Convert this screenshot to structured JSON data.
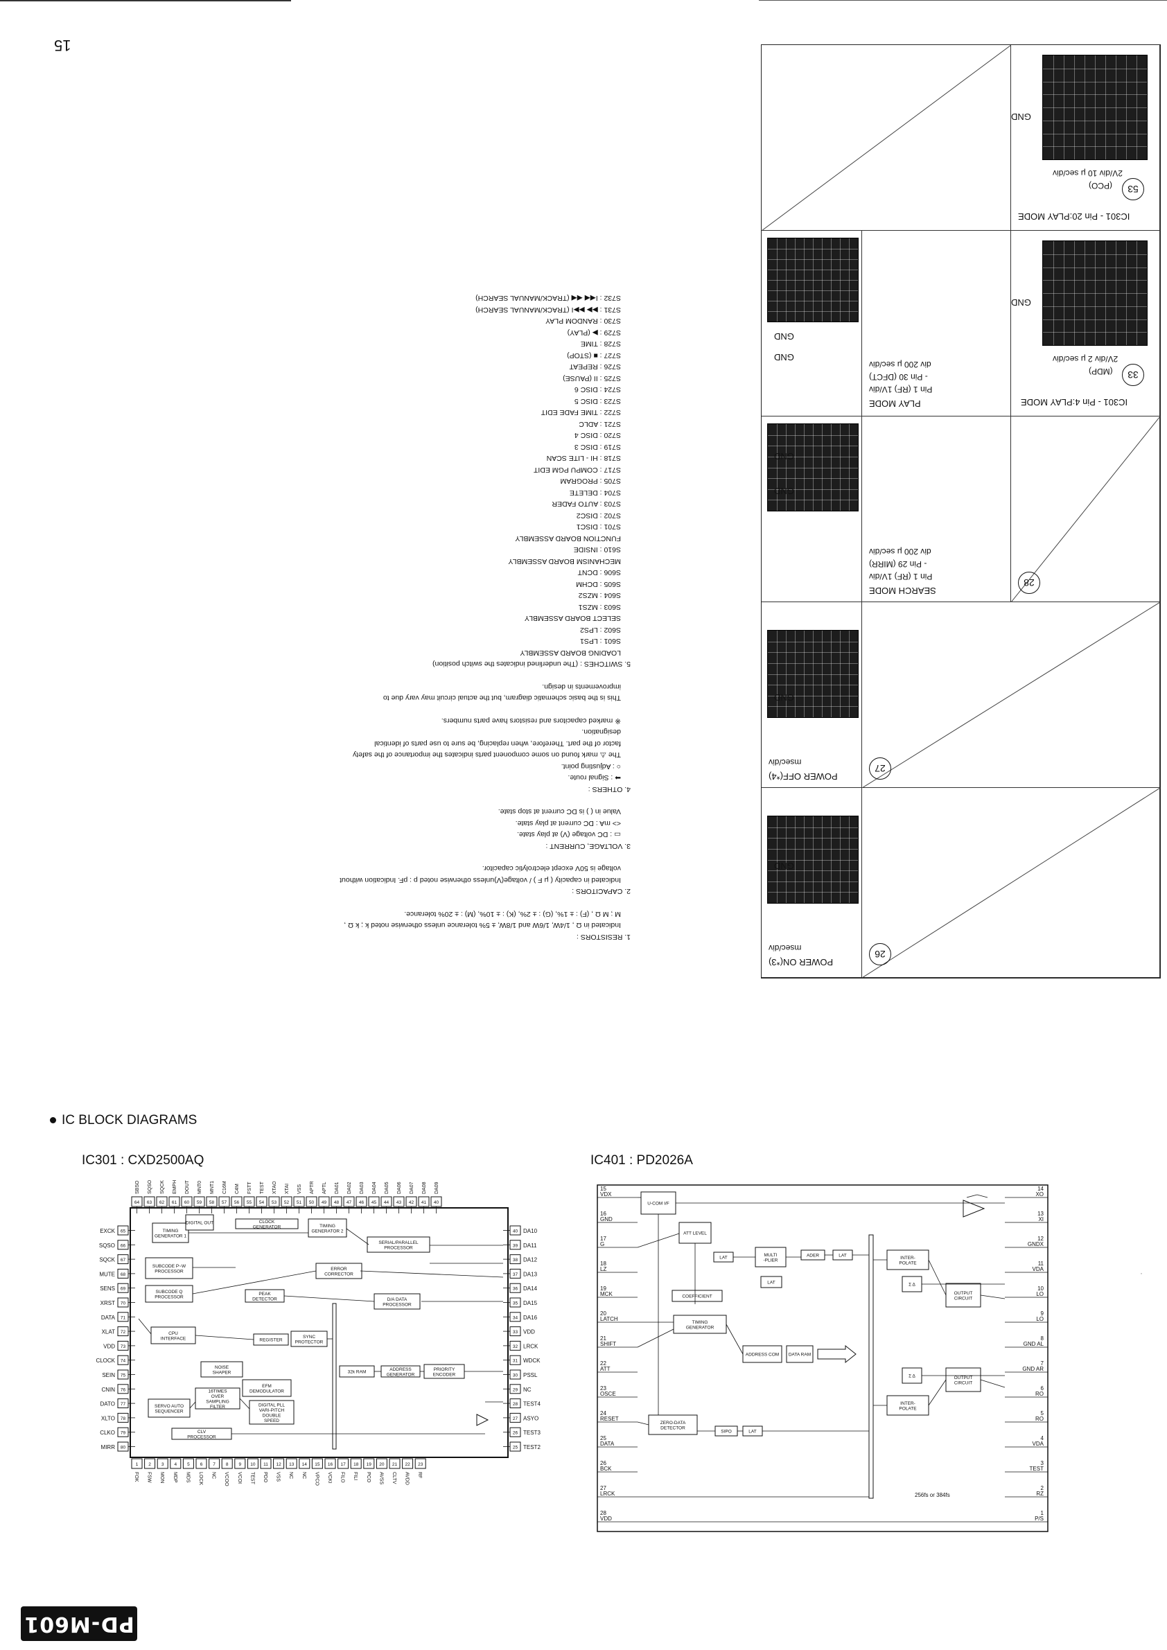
{
  "page_number": "15",
  "notes": {
    "lines": [
      {
        "t": "1. RESISTORS :",
        "i": 0
      },
      {
        "t": "Indicated in Ω , 1/4W, 1/6W and 1/8W, ± 5% tolerance unless otherwise noted k ; k Ω ,",
        "i": 1
      },
      {
        "t": "M ; M Ω , (F) : ± 1%, (G) : ± 2%, (K) : ± 10%, (M) : ± 20% tolerance.",
        "i": 1
      },
      {
        "t": "",
        "i": 0
      },
      {
        "t": "2. CAPACITORS :",
        "i": 0
      },
      {
        "t": "Indicated in capacity ( μ F ) / voltage(V)unless otherwise noted p : pF. Indication without",
        "i": 1
      },
      {
        "t": "voltage is 50V except electrolytic capacitor.",
        "i": 1
      },
      {
        "t": "",
        "i": 0
      },
      {
        "t": "3. VOLTAGE, CURRENT :",
        "i": 0
      },
      {
        "t": "▭ : DC voltage (V) at play state.",
        "i": 1
      },
      {
        "t": "<> mA : DC current at play state.",
        "i": 1
      },
      {
        "t": "Value in ( ) is DC current at stop state.",
        "i": 1
      },
      {
        "t": "",
        "i": 0
      },
      {
        "t": "4. OTHERS :",
        "i": 0
      },
      {
        "t": "➡ : Signal route.",
        "i": 1
      },
      {
        "t": "○ : Adjusting point.",
        "i": 1
      },
      {
        "t": "The ⚠ mark found on some component parts indicates the importance of the safety",
        "i": 1
      },
      {
        "t": "factor of the part. Therefore, when replacing, be sure to use parts of identical",
        "i": 1
      },
      {
        "t": "designation.",
        "i": 1
      },
      {
        "t": "※ marked capacitors and resistors have parts numbers.",
        "i": 1
      },
      {
        "t": "",
        "i": 0
      },
      {
        "t": "This is the basic schematic diagram, but the actual circuit may vary due to",
        "i": 1
      },
      {
        "t": "improvements in design.",
        "i": 1
      },
      {
        "t": "",
        "i": 0
      },
      {
        "t": "5. SWITCHES : (The underlined indicates the switch position)",
        "i": 0
      },
      {
        "t": "LOADING BOARD ASSEMBLY",
        "i": 1
      },
      {
        "t": "S601 : LPS1",
        "i": 1
      },
      {
        "t": "S602 : LPS2",
        "i": 1
      },
      {
        "t": "SELECT BOARD ASSEMBLY",
        "i": 1
      },
      {
        "t": "S603 : MZS1",
        "i": 1
      },
      {
        "t": "S604 : MZS2",
        "i": 1
      },
      {
        "t": "S605 : DCHM",
        "i": 1
      },
      {
        "t": "S606 : DCNT",
        "i": 1
      },
      {
        "t": "MECHANISM BOARD ASSEMBLY",
        "i": 1
      },
      {
        "t": "S610 : INSIDE",
        "i": 1
      },
      {
        "t": "FUNCTION BOARD ASSEMBLY",
        "i": 1
      },
      {
        "t": "S701 : DISC1",
        "i": 1
      },
      {
        "t": "S702 : DISC2",
        "i": 1
      },
      {
        "t": "S703 : AUTO FADER",
        "i": 1
      },
      {
        "t": "S704 : DELETE",
        "i": 1
      },
      {
        "t": "S705 : PROGRAM",
        "i": 1
      },
      {
        "t": "S717 : COMPU PGM EDIT",
        "i": 1
      },
      {
        "t": "S718 : HI - LITE SCAN",
        "i": 1
      },
      {
        "t": "S719 : DISC 3",
        "i": 1
      },
      {
        "t": "S720 : DISC 4",
        "i": 1
      },
      {
        "t": "S721 : ADLC",
        "i": 1
      },
      {
        "t": "S722 : TIME FADE EDIT",
        "i": 1
      },
      {
        "t": "S723 : DISC 5",
        "i": 1
      },
      {
        "t": "S724 : DISC 6",
        "i": 1
      },
      {
        "t": "S725 : II (PAUSE)",
        "i": 1
      },
      {
        "t": "S726 : REPEAT",
        "i": 1
      },
      {
        "t": "S727 : ■ (STOP)",
        "i": 1
      },
      {
        "t": "S728 : TIME",
        "i": 1
      },
      {
        "t": "S729 : ▶ (PLAY)",
        "i": 1
      },
      {
        "t": "S730 : RANDOM PLAY",
        "i": 1
      },
      {
        "t": "S731 : ▶▶ ▶▶I (TRACK/MANUAL SEARCH)",
        "i": 1
      },
      {
        "t": "S732 : I◀◀ ◀◀ (TRACK/MANUAL SEARCH)",
        "i": 1
      }
    ]
  },
  "waveforms": {
    "gnd": "GND",
    "row1_left_label": "POWER ON(*3)",
    "row1_left_div": "msec/div",
    "row1_num": "26",
    "row2_left_label": "POWER OFF(*4)",
    "row2_left_div": "msec/div",
    "row2_num": "27",
    "row3_num": "28",
    "row3_title": "SEARCH MODE",
    "row3_l1": "Pin 1 (RF) 1V/div",
    "row3_l2": "- Pin 29 (MIRR)",
    "row3_l3": "div 200 μ sec/div",
    "row4_title": "PLAY MODE",
    "row4_l1": "Pin 1 (RF) 1V/div",
    "row4_l2": "- Pin 30 (DFCT)",
    "row4_l3": "div 200 μ sec/div",
    "row4_num": "33",
    "row4_right_title": "IC301 - Pin 4:PLAY MODE",
    "row4_right_l1": "(MDP)",
    "row4_right_l2": "2V/div 2 μ sec/div",
    "row5_num": "53",
    "row5_right_title": "IC301 - Pin 20:PLAY MODE",
    "row5_right_l1": "(PCO)",
    "row5_right_l2": "2V/div 10 μ sec/div"
  },
  "section_title": "IC BLOCK DIAGRAMS",
  "ic301": {
    "title": "IC301 :  CXD2500AQ",
    "top_pins": [
      "SBSO",
      "SQSO",
      "SQCK",
      "EMPH",
      "DOUT",
      "MNT0",
      "MNT1",
      "C16M",
      "C4M",
      "FSTT",
      "TEST",
      "XTAO",
      "XTAI",
      "VSS",
      "APTR",
      "APTL",
      "DA01",
      "DA02",
      "DA03",
      "DA04",
      "DA05",
      "DA06",
      "DA07",
      "DA08",
      "DA09"
    ],
    "top_nums": [
      "64",
      "63",
      "62",
      "61",
      "60",
      "59",
      "58",
      "57",
      "56",
      "55",
      "54",
      "53",
      "52",
      "51",
      "50",
      "49",
      "48",
      "47",
      "46",
      "45",
      "44",
      "43",
      "42",
      "41",
      "40"
    ],
    "left_pins": [
      "EXCK",
      "SQSO",
      "SQCK",
      "MUTE",
      "SENS",
      "XRST",
      "DATA",
      "XLAT",
      "VDD",
      "CLOCK",
      "SEIN",
      "CNIN",
      "DATO",
      "XLTO",
      "CLKO",
      "MIRR"
    ],
    "left_nums": [
      "65",
      "66",
      "67",
      "68",
      "69",
      "70",
      "71",
      "72",
      "73",
      "74",
      "75",
      "76",
      "77",
      "78",
      "79",
      "80"
    ],
    "right_pins": [
      "DA10",
      "DA11",
      "DA12",
      "DA13",
      "DA14",
      "DA15",
      "DA16",
      "VDD",
      "LRCK",
      "WDCK",
      "PSSL",
      "NC",
      "TEST4",
      "ASYO",
      "TEST3",
      "TEST2"
    ],
    "right_nums": [
      "40",
      "39",
      "38",
      "37",
      "36",
      "35",
      "34",
      "33",
      "32",
      "31",
      "30",
      "29",
      "28",
      "27",
      "26",
      "25"
    ],
    "bottom_pins": [
      "FOK",
      "FSW",
      "MON",
      "MDP",
      "MDS",
      "LOCK",
      "NC",
      "VCOO",
      "VCOI",
      "TEST",
      "PDO",
      "VSS",
      "NC",
      "NC",
      "VPCO",
      "VCKI",
      "FILO",
      "FILI",
      "PCO",
      "AVSS",
      "CLTV",
      "AVDD",
      "RF"
    ],
    "bottom_nums": [
      "1",
      "2",
      "3",
      "4",
      "5",
      "6",
      "7",
      "8",
      "9",
      "10",
      "11",
      "12",
      "13",
      "14",
      "15",
      "16",
      "17",
      "18",
      "19",
      "20",
      "21",
      "22",
      "23"
    ],
    "blocks": [
      "TIMING GENERATOR 1",
      "DIGITAL OUT",
      "CLOCK GENERATOR",
      "TIMING GENERATOR 2",
      "SUBCODE P~W PROCESSOR",
      "SERIAL/PARALLEL PROCESSOR",
      "SUBCODE Q PROCESSOR",
      "ERROR CORRECTOR",
      "PEAK DETECTOR",
      "D/A DATA PROCESSOR",
      "CPU INTERFACE",
      "REGISTER",
      "SYNC PROTECTOR",
      "32k RAM",
      "ADDRESS GENERATOR",
      "PRIORITY ENCODER",
      "NOISE SHAPER",
      "EFM DEMODULATOR",
      "SERVO AUTO SEQUENCER",
      "16TIMES OVER SAMPLING FILTER",
      "DIGITAL PLL VARI-PITCH DOUBLE SPEED",
      "CLV PROCESSOR"
    ]
  },
  "ic401": {
    "title": "IC401 :  PD2026A",
    "left_pins": [
      {
        "n": "15",
        "name": "VDX"
      },
      {
        "n": "16",
        "name": "GND"
      },
      {
        "n": "17",
        "name": "G"
      },
      {
        "n": "18",
        "name": "LZ"
      },
      {
        "n": "19",
        "name": "MCK"
      },
      {
        "n": "20",
        "name": "LATCH"
      },
      {
        "n": "21",
        "name": "SHIFT"
      },
      {
        "n": "22",
        "name": "ATT"
      },
      {
        "n": "23",
        "name": "OSCE"
      },
      {
        "n": "24",
        "name": "RESET"
      },
      {
        "n": "25",
        "name": "DATA"
      },
      {
        "n": "26",
        "name": "BCK"
      },
      {
        "n": "27",
        "name": "LRCK"
      },
      {
        "n": "28",
        "name": "VDD"
      }
    ],
    "right_pins": [
      {
        "n": "14",
        "name": "XO"
      },
      {
        "n": "13",
        "name": "XI"
      },
      {
        "n": "12",
        "name": "GNDX"
      },
      {
        "n": "11",
        "name": "VDA"
      },
      {
        "n": "10",
        "name": "LO"
      },
      {
        "n": "9",
        "name": "LO"
      },
      {
        "n": "8",
        "name": "GND AL"
      },
      {
        "n": "7",
        "name": "GND AR"
      },
      {
        "n": "6",
        "name": "RO"
      },
      {
        "n": "5",
        "name": "RO"
      },
      {
        "n": "4",
        "name": "VDA"
      },
      {
        "n": "3",
        "name": "TEST"
      },
      {
        "n": "2",
        "name": "RZ"
      },
      {
        "n": "1",
        "name": "P/S"
      }
    ],
    "blocks": [
      "U-COM I/F",
      "ATT LEVEL",
      "LAT",
      "MULTI -PLIER",
      "ADER",
      "LAT",
      "LAT",
      "COEFFICIENT",
      "TIMING GENERATOR",
      "ADDRESS COM",
      "DATA RAM",
      "ZERO-DATA DETECTOR",
      "SIPO",
      "LAT",
      "INTER- POLATE",
      "Σ Δ",
      "OUTPUT CIRCUIT",
      "Σ Δ",
      "OUTPUT CIRCUIT",
      "INTER- POLATE"
    ],
    "clock_note": "256fs or 384fs"
  },
  "logo_text": "PD-M601"
}
